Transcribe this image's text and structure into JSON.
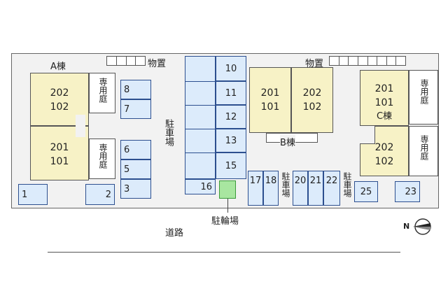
{
  "buildings": {
    "a": {
      "name": "A棟",
      "top_units": [
        "202",
        "102"
      ],
      "bottom_units": [
        "201",
        "101"
      ]
    },
    "b": {
      "name": "B棟",
      "left_units": [
        "201",
        "101"
      ],
      "right_units": [
        "202",
        "102"
      ]
    },
    "c": {
      "name": "C棟",
      "top_units": [
        "201",
        "101"
      ],
      "bottom_units": [
        "202",
        "102"
      ]
    }
  },
  "labels": {
    "storage_left": "物置",
    "storage_right": "物置",
    "private_garden": "専用庭",
    "parking_lot": "駐車場",
    "bicycle_parking": "駐輪場",
    "road": "道路"
  },
  "parking_spaces": [
    "1",
    "2",
    "3",
    "5",
    "6",
    "7",
    "8",
    "10",
    "11",
    "12",
    "13",
    "15",
    "16",
    "17",
    "18",
    "20",
    "21",
    "22",
    "23",
    "25"
  ],
  "compass": {
    "north_label": "N"
  }
}
